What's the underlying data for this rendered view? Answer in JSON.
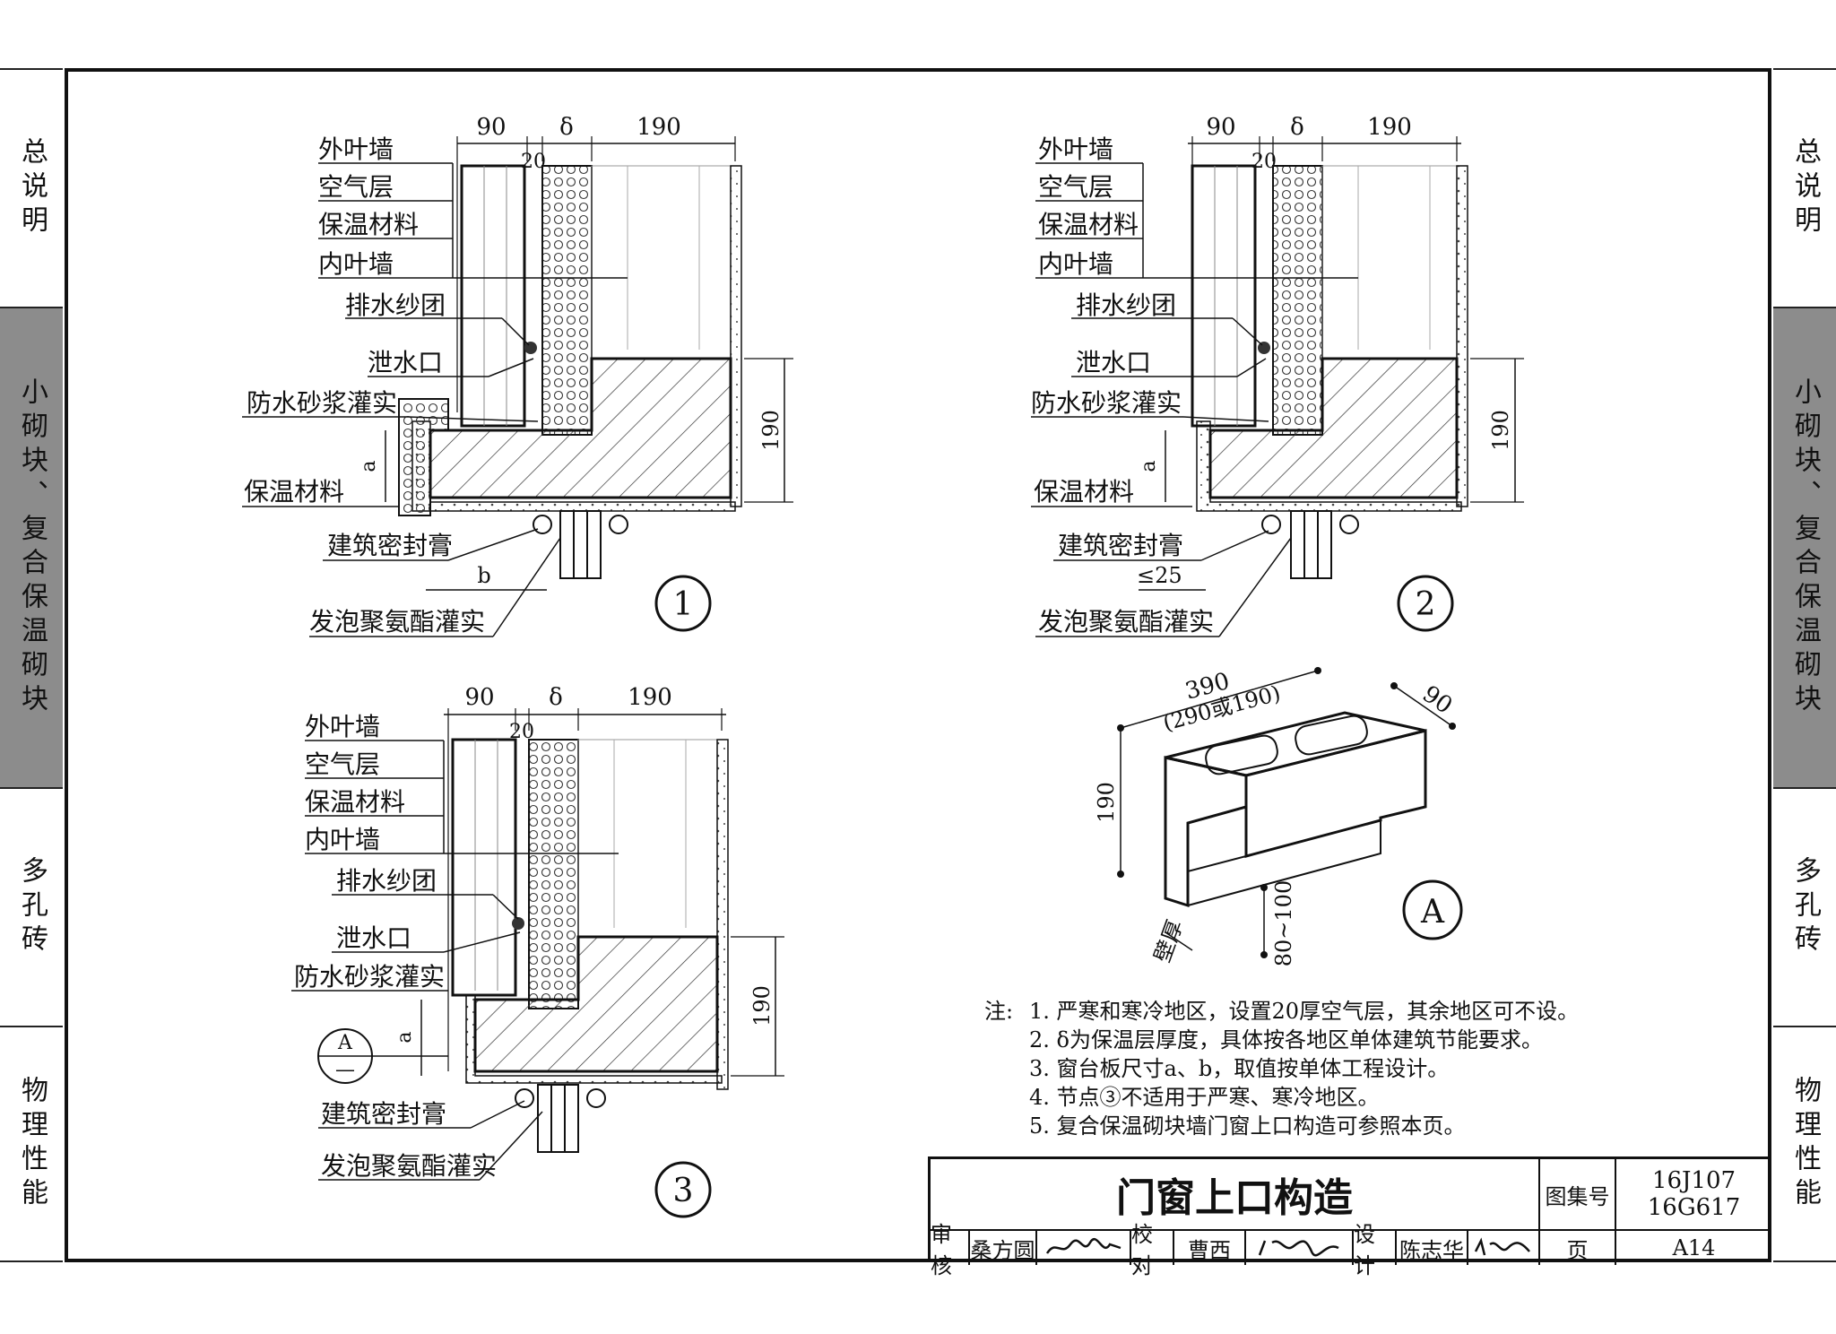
{
  "side_tabs": [
    "总说明",
    "小砌块、复合保温砌块",
    "多孔砖",
    "物理性能"
  ],
  "active_tab": "小砌块、复合保温砌块",
  "detail1": {
    "dims_top": [
      "90",
      "20",
      "δ",
      "190"
    ],
    "dim_right": "190",
    "dim_a": "a",
    "dim_b": "b",
    "labels": [
      "外叶墙",
      "空气层",
      "保温材料",
      "内叶墙",
      "排水纱团",
      "泄水口",
      "防水砂浆灌实",
      "保温材料",
      "建筑密封膏",
      "发泡聚氨酯灌实"
    ],
    "marker": "1"
  },
  "detail2": {
    "dims_top": [
      "90",
      "20",
      "δ",
      "190"
    ],
    "dim_right": "190",
    "dim_a": "a",
    "dim_25": "≤25",
    "labels": [
      "外叶墙",
      "空气层",
      "保温材料",
      "内叶墙",
      "排水纱团",
      "泄水口",
      "防水砂浆灌实",
      "保温材料",
      "建筑密封膏",
      "发泡聚氨酯灌实"
    ],
    "marker": "2"
  },
  "detail3": {
    "dims_top": [
      "90",
      "20",
      "δ",
      "190"
    ],
    "dim_right": "190",
    "dim_a": "a",
    "ref_top": "A",
    "ref_bottom": "—",
    "labels": [
      "外叶墙",
      "空气层",
      "保温材料",
      "内叶墙",
      "排水纱团",
      "泄水口",
      "防水砂浆灌实",
      "建筑密封膏",
      "发泡聚氨酯灌实"
    ],
    "marker": "3"
  },
  "detailA": {
    "dim_length": "390",
    "dim_length_alt": "(290或190)",
    "dim_width": "90",
    "dim_height": "190",
    "dim_notch": "80~100",
    "dim_wall": "壁厚",
    "marker": "A"
  },
  "notes": {
    "prefix": "注:",
    "items": [
      "1. 严寒和寒冷地区，设置20厚空气层，其余地区可不设。",
      "2. δ为保温层厚度，具体按各地区单体建筑节能要求。",
      "3. 窗台板尺寸a、b，取值按单体工程设计。",
      "4. 节点③不适用于严寒、寒冷地区。",
      "5. 复合保温砌块墙门窗上口构造可参照本页。"
    ]
  },
  "title_block": {
    "title": "门窗上口构造",
    "atlas_label": "图集号",
    "atlas_no_1": "16J107",
    "atlas_no_2": "16G617",
    "review_label": "审核",
    "reviewer": "桑方圆",
    "check_label": "校对",
    "checker": "曹西",
    "design_label": "设计",
    "designer": "陈志华",
    "page_label": "页",
    "page_no": "A14"
  }
}
